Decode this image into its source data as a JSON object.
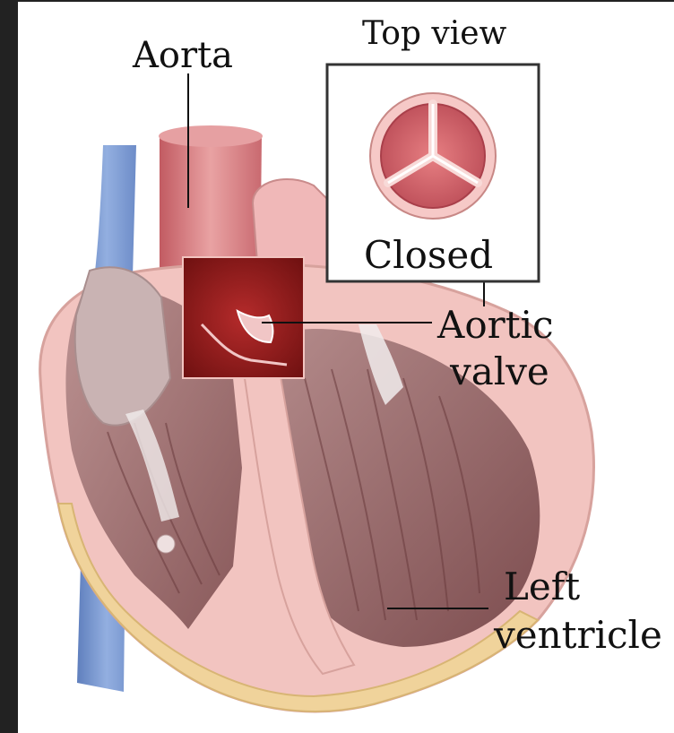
{
  "labels": {
    "aorta": "Aorta",
    "top_view": "Top view",
    "closed": "Closed",
    "aortic_valve_line1": "Aortic",
    "aortic_valve_line2": "valve",
    "left_ventricle_line1": "Left",
    "left_ventricle_line2": "ventricle"
  },
  "colors": {
    "frame": "#222222",
    "background": "#ffffff",
    "vein_blue": "#7e9bd0",
    "heart_pink": "#f3c3bf",
    "aorta_red": "#cc6f74",
    "muscle": "#9c6868",
    "highlight": "#8f1a1a",
    "fat": "#f0d39b"
  }
}
